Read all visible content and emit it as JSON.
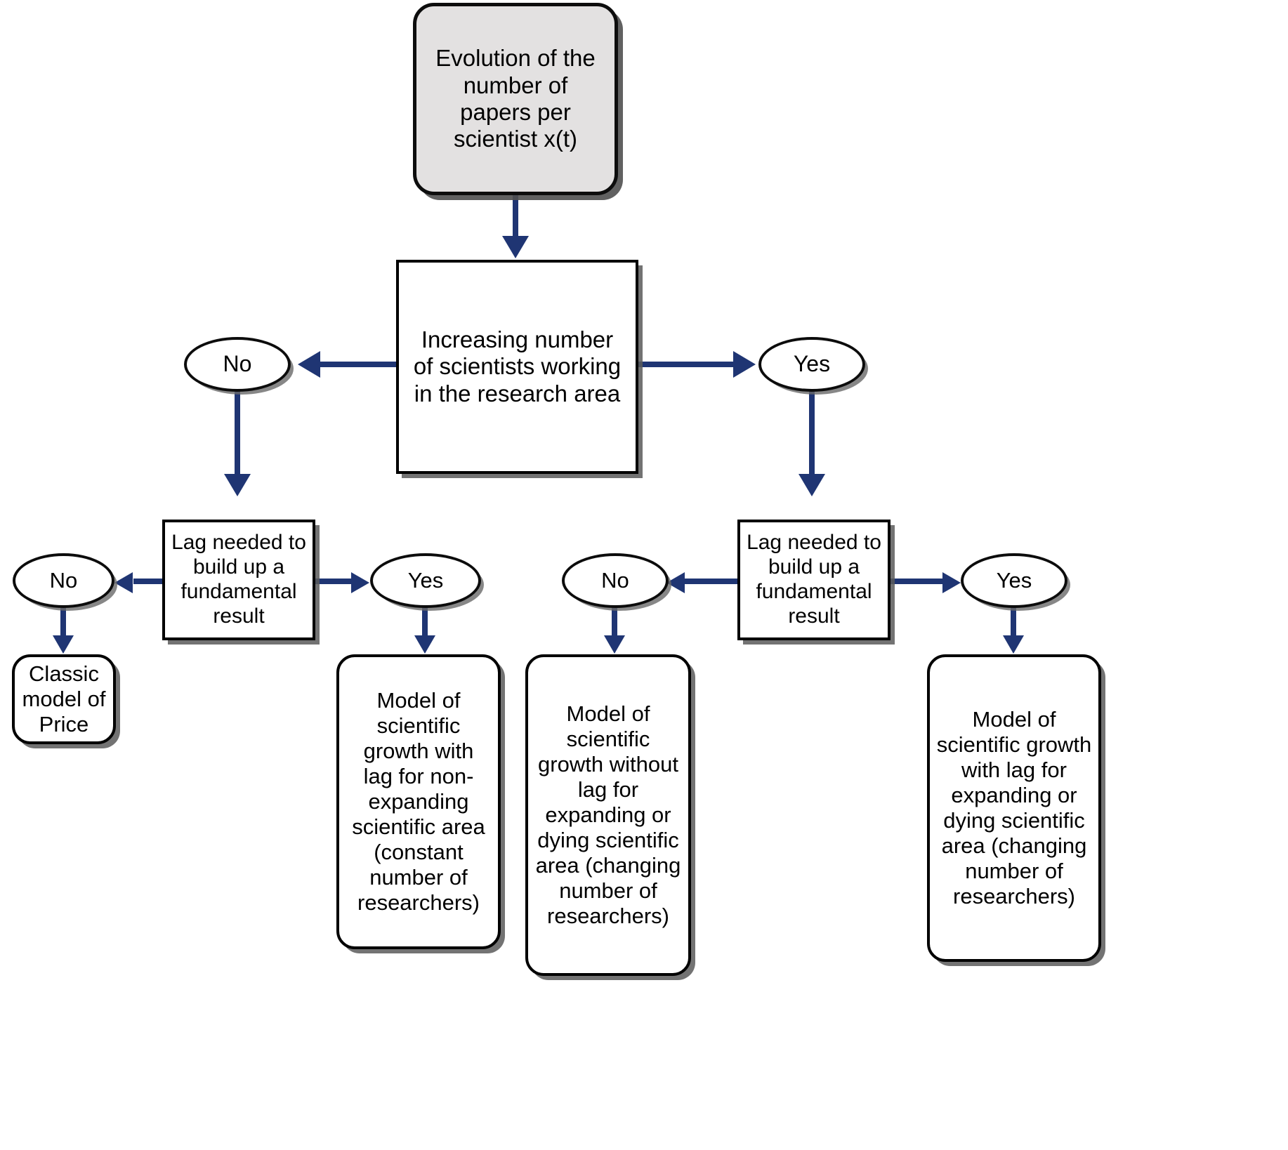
{
  "diagram": {
    "title": "Decision tree of models of scientific growth",
    "accent_color": "#1f3573",
    "node_border_color": "#000000",
    "root_fill": "#e3e1e1",
    "node_fill": "#ffffff",
    "nodes": {
      "root": "Evolution of the number of papers per scientist x(t)",
      "decision": "Increasing number of scientists working in the research area",
      "no_1": "No",
      "yes_1": "Yes",
      "lag_left": "Lag needed to build up a fundamental result",
      "lag_right": "Lag needed to build up a fundamental result",
      "no_2": "No",
      "yes_2": "Yes",
      "no_3": "No",
      "yes_3": "Yes",
      "classic_price": "Classic model of Price",
      "model_1": "Model of scientific growth with lag for non-expanding scientific area (constant number of researchers)",
      "model_2": "Model of scientific growth without lag for expanding or dying scientific area (changing number of researchers)",
      "model_3": "Model of scientific growth with lag for expanding or dying scientific area (changing number of researchers)"
    }
  }
}
